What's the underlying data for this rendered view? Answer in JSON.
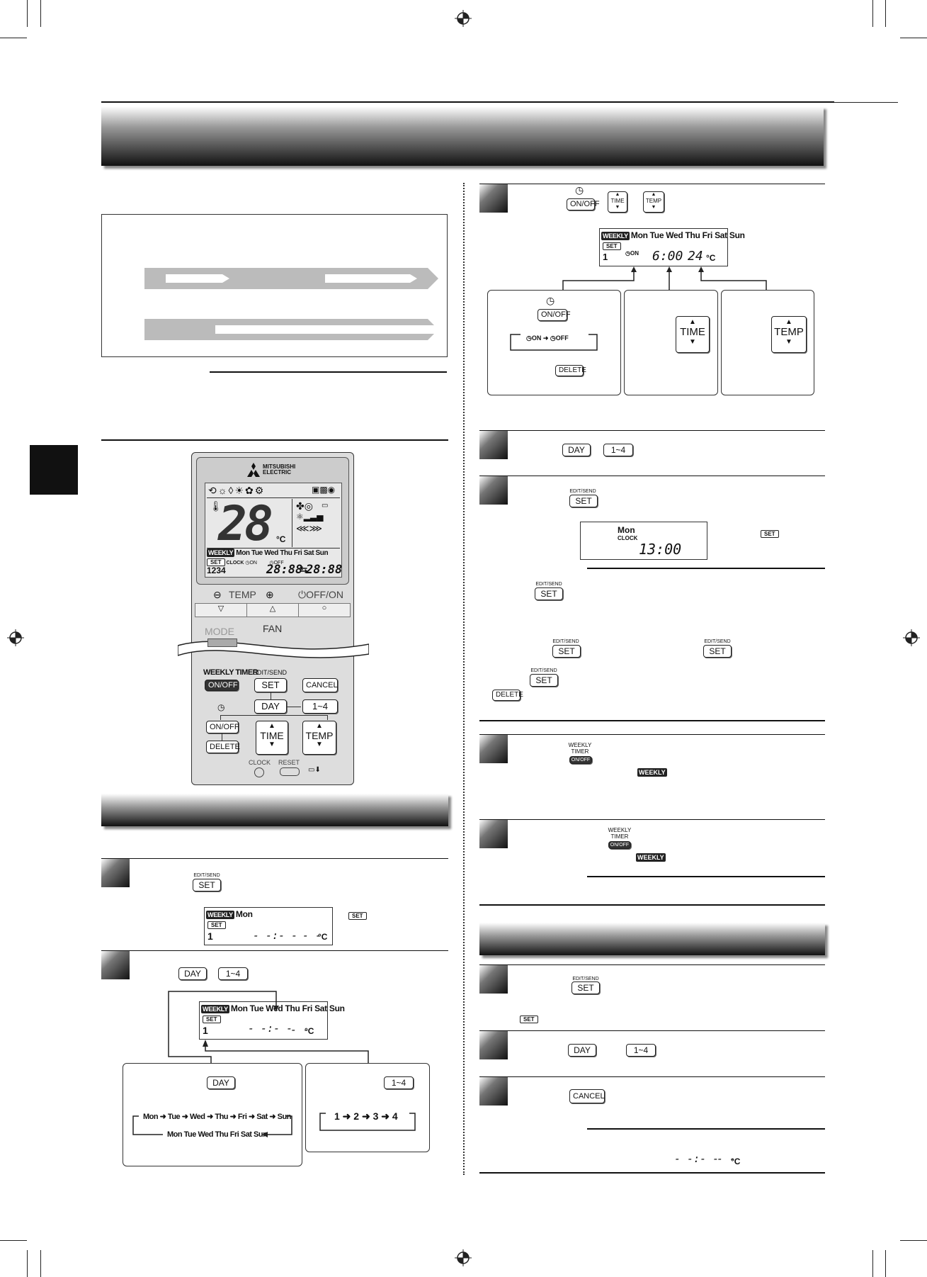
{
  "left": {
    "panel2": {
      "lcd": {
        "weekly": "WEEKLY",
        "day": "Mon",
        "set": "SET",
        "num": "1",
        "time": "- -:- -",
        "temp": "- -",
        "unit": "°C"
      },
      "side_set": "SET",
      "btn_set": "SET",
      "btn_set_top": "EDIT/SEND"
    },
    "panel3": {
      "btn_day": "DAY",
      "btn_14": "1~4",
      "lcd": {
        "weekly": "WEEKLY",
        "days": "Mon Tue Wed Thu Fri Sat Sun",
        "set": "SET",
        "num": "1",
        "time": "- -:- -",
        "temp": "- -",
        "unit": "°C"
      },
      "box_day": {
        "btn": "DAY",
        "cycle": "Mon ➜ Tue ➜ Wed ➜ Thu ➜ Fri ➜ Sat ➜ Sun",
        "all": "Mon Tue Wed Thu Fri Sat Sun"
      },
      "box_14": {
        "btn": "1~4",
        "cycle": "1 ➜ 2 ➜ 3 ➜ 4"
      }
    }
  },
  "remote": {
    "brand1": "MITSUBISHI",
    "brand2": "ELECTRIC",
    "big_temp": "28",
    "unit": "°C",
    "weekly": "WEEKLY",
    "days": "Mon Tue Wed Thu Fri Sat Sun",
    "set": "SET",
    "clock": "CLOCK",
    "on": "ON",
    "off": "OFF",
    "nums": "1234",
    "seg1": "28:88",
    "seg2": "28:88",
    "temp_label": "TEMP",
    "offon": "OFF/ON",
    "mode": "MODE",
    "fan": "FAN",
    "weekly_timer": "WEEKLY TIMER",
    "onoff": "ON/OFF",
    "edit_send": "EDIT/SEND",
    "set_btn": "SET",
    "cancel": "CANCEL",
    "day": "DAY",
    "range": "1~4",
    "onoff2": "ON/OFF",
    "delete": "DELETE",
    "time": "TIME",
    "temp2": "TEMP",
    "clock_lbl": "CLOCK",
    "reset_lbl": "RESET"
  },
  "right": {
    "step1": {
      "onoff": "ON/OFF",
      "time": "TIME",
      "temp": "TEMP",
      "lcd": {
        "weekly": "WEEKLY",
        "days": "Mon Tue Wed Thu Fri Sat Sun",
        "set": "SET",
        "num": "1",
        "on": "ON",
        "time": "6:00",
        "temp": "24",
        "unit": "°C"
      },
      "box1": {
        "onoff": "ON/OFF",
        "on": "ON",
        "off": "OFF",
        "delete": "DELETE"
      },
      "box2": {
        "time": "TIME"
      },
      "box3": {
        "temp": "TEMP"
      }
    },
    "step2": {
      "day": "DAY",
      "range": "1~4"
    },
    "step3": {
      "set_top": "EDIT/SEND",
      "set": "SET",
      "lcd": {
        "day": "Mon",
        "clock": "CLOCK",
        "time": "13:00"
      },
      "side_set": "SET",
      "set2_top": "EDIT/SEND",
      "set2": "SET",
      "set3_top": "EDIT/SEND",
      "set3": "SET",
      "set4_top": "EDIT/SEND",
      "set4": "SET",
      "set5_top": "EDIT/SEND",
      "set5": "SET",
      "delete": "DELETE"
    },
    "step4": {
      "timer_top1": "WEEKLY",
      "timer_top2": "TIMER",
      "onoff": "ON/OFF",
      "weekly": "WEEKLY"
    },
    "step5": {
      "timer_top1": "WEEKLY",
      "timer_top2": "TIMER",
      "onoff": "ON/OFF",
      "weekly": "WEEKLY"
    },
    "check": {
      "s1": {
        "set_top": "EDIT/SEND",
        "set": "SET",
        "small_set": "SET"
      },
      "s2": {
        "day": "DAY",
        "range": "1~4"
      },
      "s3": {
        "cancel": "CANCEL",
        "time": "- -:- -",
        "temp": "- -",
        "unit": "°C"
      }
    }
  }
}
